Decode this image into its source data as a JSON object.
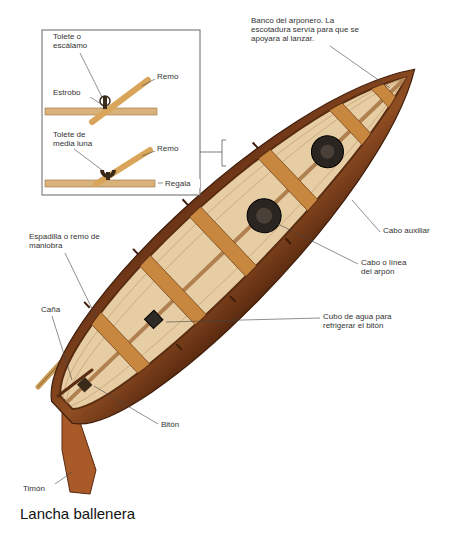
{
  "diagram": {
    "caption": "Lancha ballenera",
    "labels": [
      "Tolete o escálamo",
      "Remo",
      "Estrobo",
      "Tolete de media luna",
      "Remo",
      "Regala",
      "Banco del arponero. La escotadura servía para que se apoyara al lanzar.",
      "Cabo auxiliar",
      "Cabo o línea del arpón",
      "Cubo de agua para refrigerar el bitón",
      "Espadilla o remo de maniobra",
      "Caña",
      "Bitón",
      "Timón"
    ]
  }
}
